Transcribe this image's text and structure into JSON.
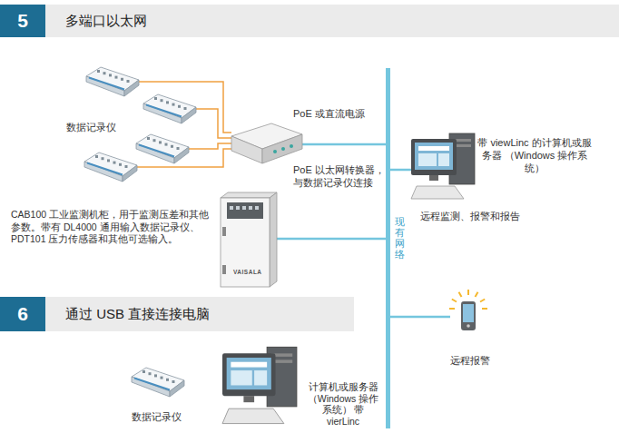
{
  "diagram": {
    "nodes": [
      {
        "text": [
          "5"
        ]
      },
      {
        "text": [
          "多端口以太网"
        ]
      },
      {
        "text": [
          "数据记录仪"
        ]
      },
      {
        "text": [
          "PoE 或直流电源",
          "PoE 以太网转换器，与数据记录仪连接"
        ]
      },
      {
        "text": [
          "CAB100 工业监测机柜，用于监测压差和其他参数。带有 DL4000 通用输入数据记录仪、PDT101 压力传感器和其他可选输入。"
        ]
      },
      {
        "text": [
          "现有网络"
        ]
      },
      {
        "text": [
          "带 viewLinc 的计算机或服务器 （Windows 操作系统）",
          "远程监测、报警和报告"
        ]
      },
      {
        "text": [
          "6"
        ]
      },
      {
        "text": [
          "通过 USB 直接连接电脑"
        ]
      },
      {
        "text": [
          "远程报警"
        ]
      },
      {
        "text": [
          "数据记录仪"
        ]
      },
      {
        "text": [
          "计算机或服务器 （Windows 操作系统） 带 vierLinc"
        ]
      }
    ],
    "edges": [
      {
        "from": 2,
        "to": 3,
        "arrow": "none"
      },
      {
        "from": 3,
        "to": 5,
        "arrow": "none"
      },
      {
        "from": 4,
        "to": 5,
        "arrow": "none"
      },
      {
        "from": 5,
        "to": 6,
        "arrow": "none"
      },
      {
        "from": 5,
        "to": 9,
        "arrow": "none"
      }
    ],
    "labels": [
      "VAISALA"
    ]
  }
}
